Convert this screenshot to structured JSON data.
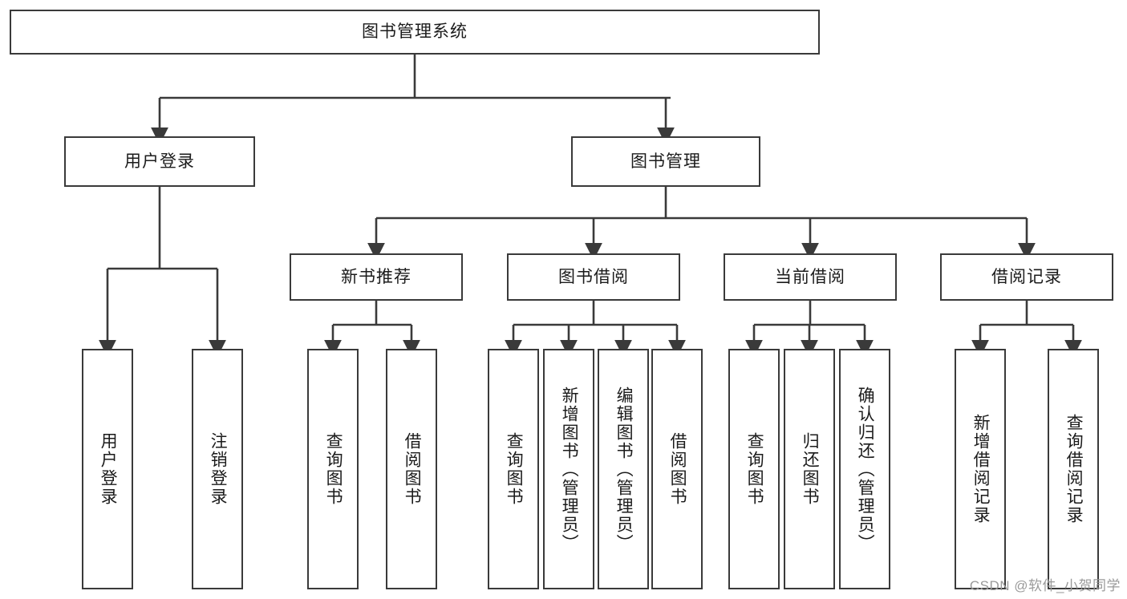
{
  "diagram": {
    "title": "图书管理系统",
    "type": "hierarchy-tree",
    "root": {
      "id": "root",
      "label": "图书管理系统"
    },
    "level2": [
      {
        "id": "user-login",
        "label": "用户登录"
      },
      {
        "id": "book-manage",
        "label": "图书管理"
      }
    ],
    "level3": [
      {
        "id": "new-book-recommend",
        "label": "新书推荐",
        "parent": "book-manage"
      },
      {
        "id": "book-borrow",
        "label": "图书借阅",
        "parent": "book-manage"
      },
      {
        "id": "current-borrow",
        "label": "当前借阅",
        "parent": "book-manage"
      },
      {
        "id": "borrow-record",
        "label": "借阅记录",
        "parent": "book-manage"
      }
    ],
    "leaves": [
      {
        "id": "leaf-user-login",
        "label": "用户登录",
        "parent": "user-login"
      },
      {
        "id": "leaf-logout",
        "label": "注销登录",
        "parent": "user-login"
      },
      {
        "id": "leaf-query-book-1",
        "label": "查询图书",
        "parent": "new-book-recommend"
      },
      {
        "id": "leaf-borrow-book-1",
        "label": "借阅图书",
        "parent": "new-book-recommend"
      },
      {
        "id": "leaf-query-book-2",
        "label": "查询图书",
        "parent": "book-borrow"
      },
      {
        "id": "leaf-add-book",
        "label": "新增图书（管理员）",
        "parent": "book-borrow"
      },
      {
        "id": "leaf-edit-book",
        "label": "编辑图书（管理员）",
        "parent": "book-borrow"
      },
      {
        "id": "leaf-borrow-book-2",
        "label": "借阅图书",
        "parent": "book-borrow"
      },
      {
        "id": "leaf-query-book-3",
        "label": "查询图书",
        "parent": "current-borrow"
      },
      {
        "id": "leaf-return-book",
        "label": "归还图书",
        "parent": "current-borrow"
      },
      {
        "id": "leaf-confirm-return",
        "label": "确认归还（管理员）",
        "parent": "current-borrow"
      },
      {
        "id": "leaf-add-record",
        "label": "新增借阅记录",
        "parent": "borrow-record"
      },
      {
        "id": "leaf-query-record",
        "label": "查询借阅记录",
        "parent": "borrow-record"
      }
    ],
    "colors": {
      "stroke": "#3a3a3a",
      "background": "#ffffff",
      "text": "#1b1b1b",
      "watermark": "#9a9a9a"
    }
  },
  "watermark": {
    "text": "CSDN @软件_小贺同学"
  }
}
